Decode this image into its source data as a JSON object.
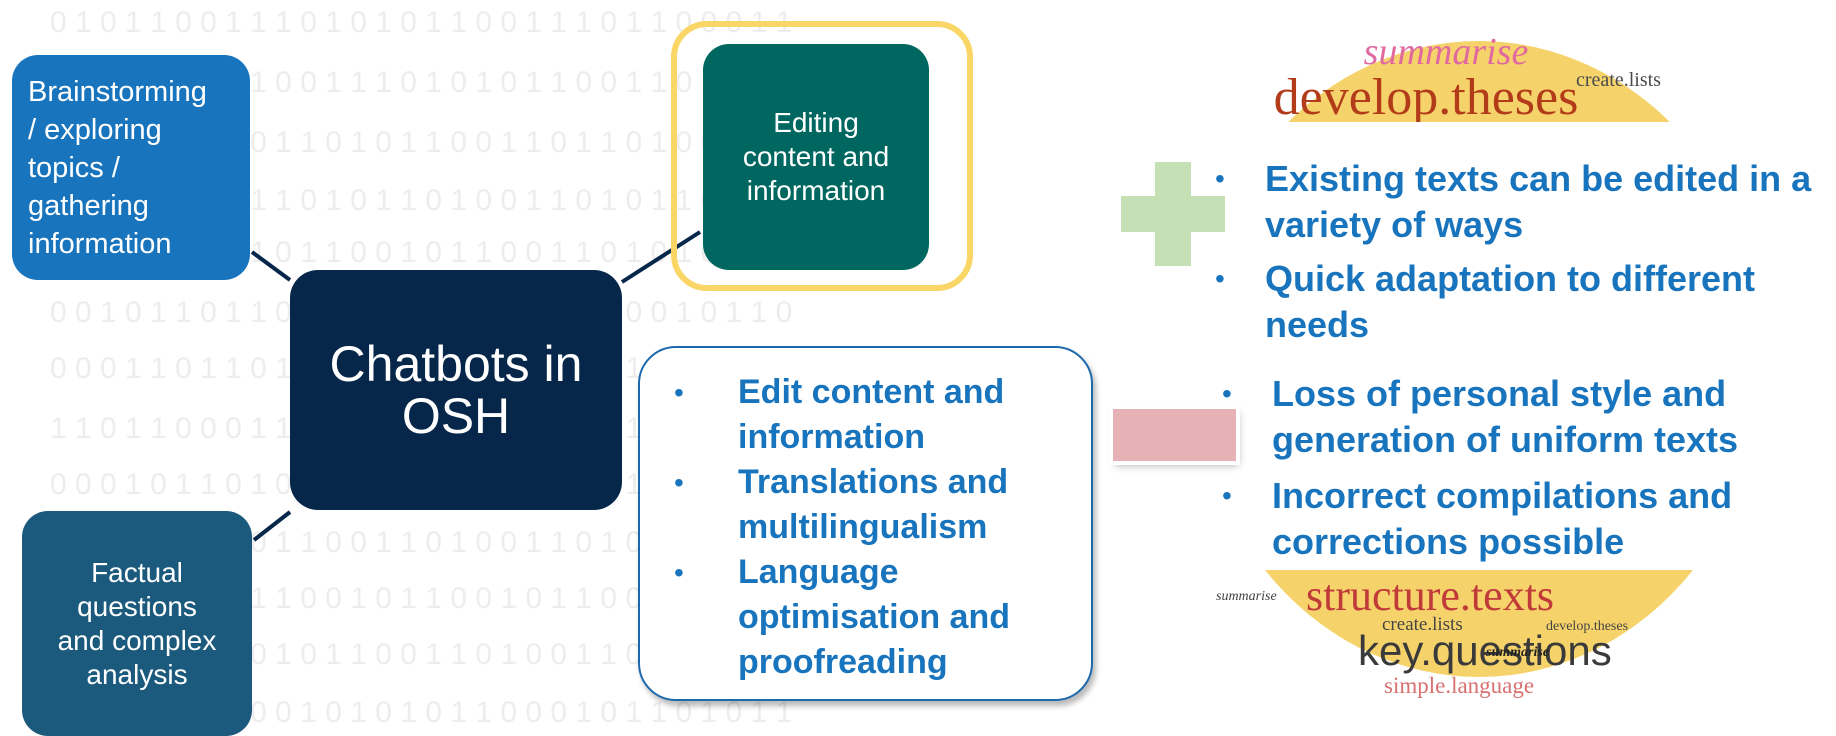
{
  "background_digits": [
    "0 1 0 1 1 0 0 1 1 1 0 1 0 1 0 1 1 0 0 1 1 1 0 1 1 0 0 0 1 1",
    "1 1 0 0 1 0 1 0 1 0 0 1 1 1 0 1 0 1 0 1 1 0 0 1 1 0 1 0 0 1",
    "0 1 1 0 1 0 1 0 0 1 1 0 1 0 1 1 0 0 1 1 0 1 1 0 1 0 0 1 1 0",
    "0 0 1 0 1 1 0 0 1 1 0 1 0 1 1 0 1 0 0 1 1 0 1 0 1 1 0 1 0 1",
    "1 0 1 1 0 1 0 0 1 0 1 1 0 0 1 0 1 1 0 0 1 1 0 1 0 1 0 0 1 1",
    "0 0 1 0 1 1 0 1 1 0 1 0 1 1 0 1 1 0 1 0 0 1 1 0 0 1 0 1 1 0",
    "0 0 0 1 1 0 1 1 0 1 0 0 1 0 1 1 0 1 0 0 1 1 0 1 1 0 0 1 0 1",
    "1 1 0 1 1 0 0 0 1 1 0 1 0 0 1 1 0 1 1 0 0 1 0 1 1 0 1 0 0 1",
    "0 0 0 1 0 1 1 0 1 0 1 1 0 1 0 0 1 1 0 1 0 0 1 1 0 1 0 1 1 0",
    "0 1 1 0 0 1 0 1 0 1 1 0 0 1 1 0 1 0 0 1 1 0 1 0 0 1 1 0 1 0",
    "1 0 0 1 1 0 1 0 1 1 0 0 1 0 1 1 0 0 1 0 1 1 0 0 1 1 0 1 0 1",
    "0 1 0 1 0 0 1 1 0 1 0 1 1 0 0 1 1 0 1 0 0 1 1 0 1 1 0 1 1 0",
    "1 1 0 0 1 0 0 1 0 0 1 0 1 0 1 0 1 1 0 0 0 1 0 1 1 0 1 0 1 1"
  ],
  "nodes": {
    "brainstorm": [
      "Brainstorming",
      "/ exploring",
      "topics /",
      "gathering",
      "information"
    ],
    "editing": [
      "Editing",
      "content and",
      "information"
    ],
    "center": [
      "Chatbots in",
      "OSH"
    ],
    "factual": [
      "Factual",
      "questions",
      "and complex",
      "analysis"
    ]
  },
  "details": [
    "Edit content and information",
    "Translations and multilingualism",
    "Language optimisation and proofreading"
  ],
  "pros": [
    "Existing texts can be edited in a variety of ways",
    "Quick adaptation to different needs"
  ],
  "cons": [
    "Loss of personal style and generation of uniform texts",
    "Incorrect compilations and corrections possible"
  ],
  "word_cloud": {
    "top": {
      "summarise": "summarise",
      "create_lists": "create.lists",
      "develop_theses": "develop.theses"
    },
    "bottom": {
      "summarise_left": "summarise",
      "structure_texts": "structure.texts",
      "create_lists": "create.lists",
      "develop_theses": "develop.theses",
      "key_questions": "key.questions",
      "summarise_small": "summarise",
      "simple_language": "simple.language"
    }
  },
  "colors": {
    "brainstorm": "#1874bd",
    "editing": "#006760",
    "editing_ring": "#fad666",
    "center": "#06274a",
    "factual": "#1b5a7c",
    "text_blue": "#1874bd",
    "plus": "#c5e0b4",
    "minus": "#e6b2b6",
    "cloud": "#f6d36a"
  }
}
